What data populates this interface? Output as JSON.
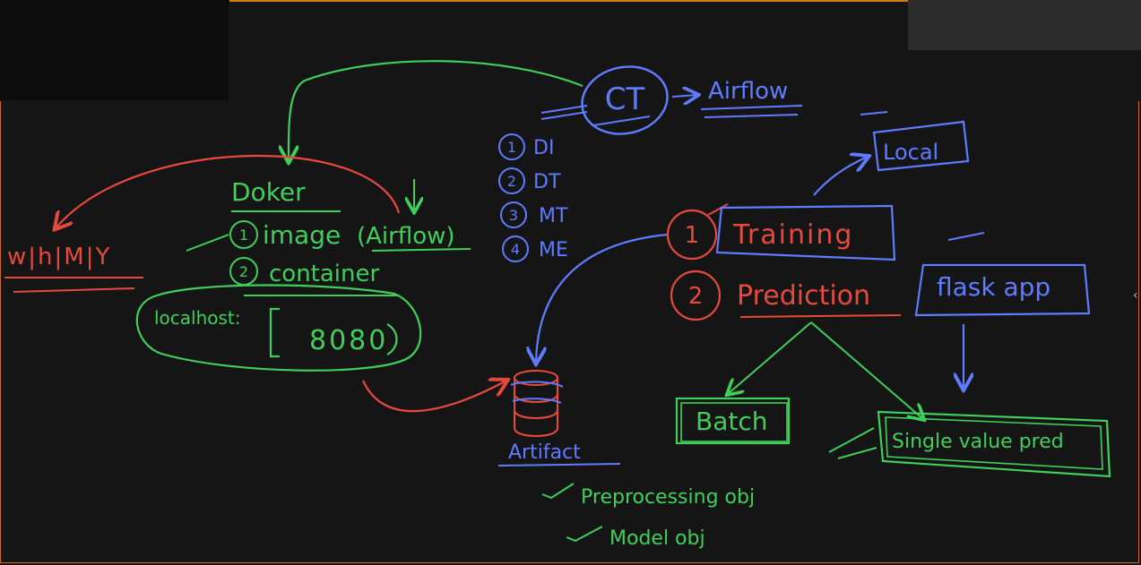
{
  "colors": {
    "blue": "#5f7bff",
    "red": "#e8493d",
    "green": "#3fcf5a",
    "board": "#151515"
  },
  "ct": {
    "label": "CT",
    "arrow_target": "Airflow"
  },
  "pipeline_steps": [
    {
      "num": "1",
      "label": "DI"
    },
    {
      "num": "2",
      "label": "DT"
    },
    {
      "num": "3",
      "label": "MT"
    },
    {
      "num": "4",
      "label": "ME"
    }
  ],
  "docker": {
    "title": "Doker",
    "items": [
      {
        "num": "1",
        "label": "image",
        "note": "(Airflow)"
      },
      {
        "num": "2",
        "label": "container"
      }
    ],
    "localhost_label": "localhost:",
    "port": "8080"
  },
  "schedule": "w|h|M|Y",
  "artifact": {
    "label": "Artifact",
    "contents": [
      "Preprocessing obj",
      "Model obj"
    ]
  },
  "modes": [
    {
      "num": "1",
      "label": "Training",
      "target": "Local"
    },
    {
      "num": "2",
      "label": "Prediction",
      "target": "flask app"
    }
  ],
  "prediction_types": [
    "Batch",
    "Single value pred"
  ]
}
